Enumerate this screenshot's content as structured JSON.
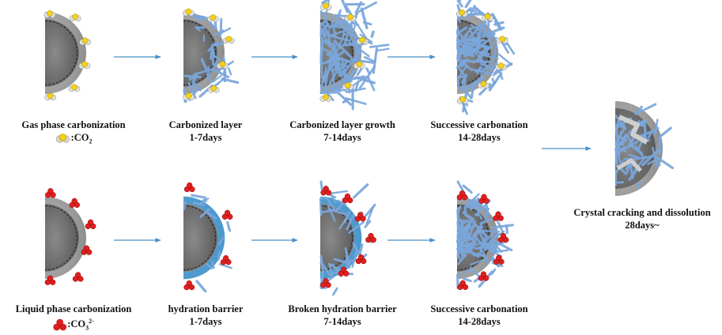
{
  "top_row": [
    {
      "title": "Gas phase carbonization",
      "legend_text": ":CO",
      "legend_sub": "2",
      "legend_icon": "co2-molecule-icon"
    },
    {
      "title": "Carbonized layer",
      "period": "1-7days"
    },
    {
      "title": "Carbonized layer growth",
      "period": "7-14days"
    },
    {
      "title": "Successive carbonation",
      "period": "14-28days"
    }
  ],
  "bottom_row": [
    {
      "title": "Liquid phase carbonization",
      "legend_text": ":CO",
      "legend_sub": "3",
      "legend_sup": "2-",
      "legend_icon": "carbonate-ion-icon"
    },
    {
      "title": "hydration barrier",
      "period": "1-7days"
    },
    {
      "title": "Broken hydration barrier",
      "period": "7-14days"
    },
    {
      "title": "Successive carbonation",
      "period": "14-28days"
    }
  ],
  "final": {
    "title": "Crystal cracking and dissolution",
    "period": "28days~"
  },
  "colors": {
    "particle_gray": "#6b6b6b",
    "shell_gray": "#a9a9a9",
    "crystal_blue": "#7aa7dc",
    "hydration_blue": "#3f9ad6",
    "arrow_blue": "#4a90c8",
    "co2_yellow": "#f2d21a",
    "carbonate_red": "#e02020"
  }
}
